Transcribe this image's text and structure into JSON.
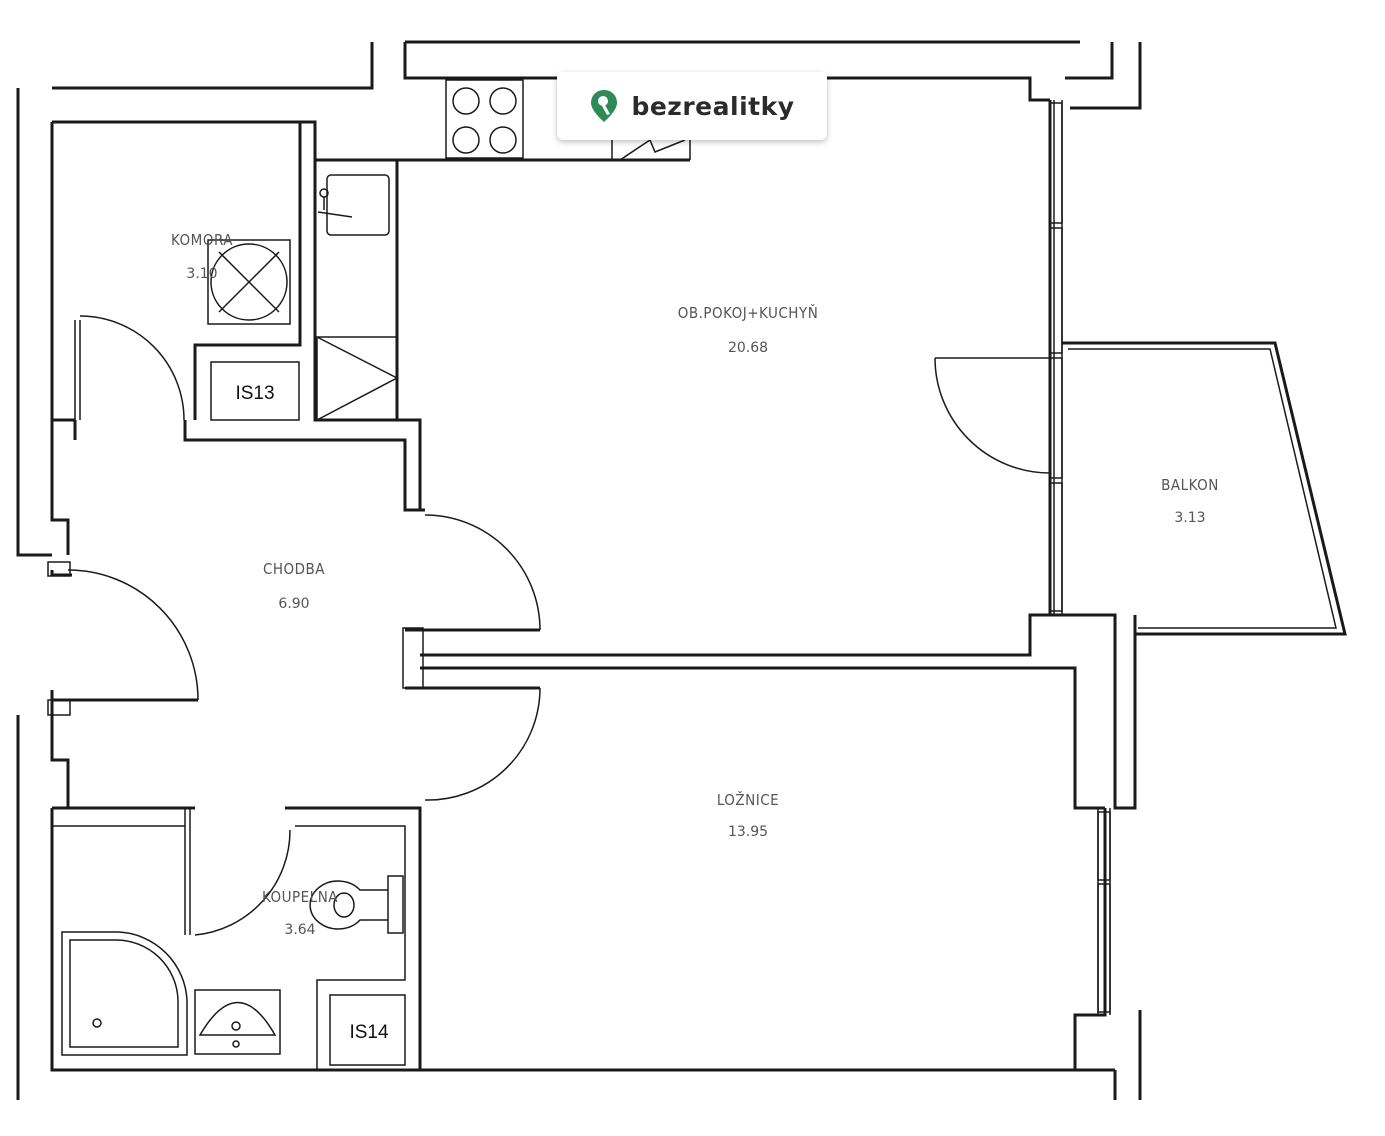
{
  "brand": {
    "name": "bezrealitky",
    "icon": "location-pin-icon",
    "color": "#2e8b57"
  },
  "rooms": {
    "komora": {
      "name": "KOMORA",
      "area": "3.10"
    },
    "obyvaci": {
      "name": "OB.POKOJ+KUCHYŇ",
      "area": "20.68"
    },
    "balkon": {
      "name": "BALKON",
      "area": "3.13"
    },
    "chodba": {
      "name": "CHODBA",
      "area": "6.90"
    },
    "loznice": {
      "name": "LOŽNICE",
      "area": "13.95"
    },
    "koupelna": {
      "name": "KOUPELNA",
      "area": "3.64"
    }
  },
  "shafts": {
    "is13": "IS13",
    "is14": "IS14"
  }
}
